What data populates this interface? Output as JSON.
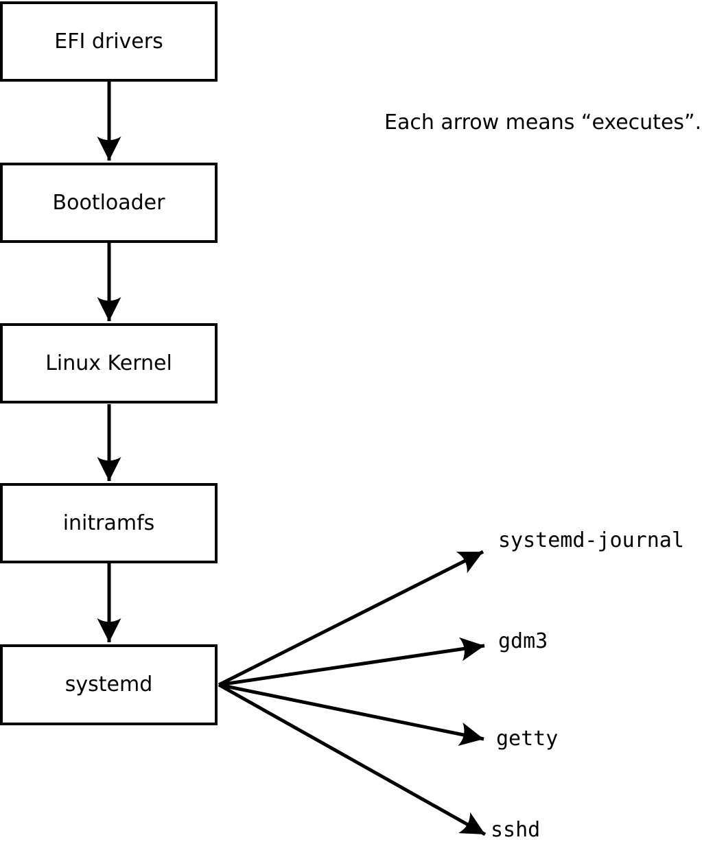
{
  "diagram": {
    "note": "Each arrow means “executes”.",
    "arrow_meaning": "executes",
    "boot_chain": [
      {
        "label": "EFI drivers"
      },
      {
        "label": "Bootloader"
      },
      {
        "label": "Linux Kernel"
      },
      {
        "label": "initramfs"
      },
      {
        "label": "systemd"
      }
    ],
    "spawned_processes": [
      {
        "label": "systemd-journal"
      },
      {
        "label": "gdm3"
      },
      {
        "label": "getty"
      },
      {
        "label": "sshd"
      }
    ],
    "colors": {
      "stroke": "#000000",
      "text": "#000000",
      "box_fill": "#ffffff",
      "background": "#ffffff"
    }
  }
}
